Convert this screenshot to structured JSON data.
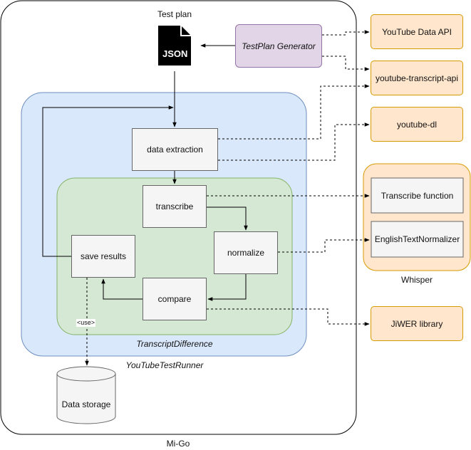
{
  "colors": {
    "outer_border": "#000000",
    "runner_fill": "#dae8fc",
    "runner_border": "#6c8ebf",
    "difference_fill": "#d5e8d4",
    "difference_border": "#82b366",
    "process_fill": "#f5f5f5",
    "process_border": "#666666",
    "external_fill": "#ffe6cc",
    "external_border": "#d79b00",
    "generator_fill": "#e1d5e7",
    "generator_border": "#9673a6"
  },
  "diagram": {
    "container_label": "Mi-Go",
    "test_plan_label": "Test plan",
    "json_icon_text": "JSON",
    "generator": "TestPlan Generator",
    "runner_label": "YouTubeTestRunner",
    "difference_label": "TranscriptDifference",
    "steps": {
      "data_extraction": "data extraction",
      "transcribe": "transcribe",
      "normalize": "normalize",
      "compare": "compare",
      "save_results": "save results"
    },
    "storage": "Data storage",
    "use_tag": "<use>",
    "external": {
      "youtube_data_api": "YouTube Data API",
      "transcript_api": "youtube-transcript-api",
      "youtube_dl": "youtube-dl",
      "jiwer": "JiWER library"
    },
    "whisper": {
      "label": "Whisper",
      "transcribe_function": "Transcribe function",
      "normalizer": "EnglishTextNormalizer"
    }
  }
}
